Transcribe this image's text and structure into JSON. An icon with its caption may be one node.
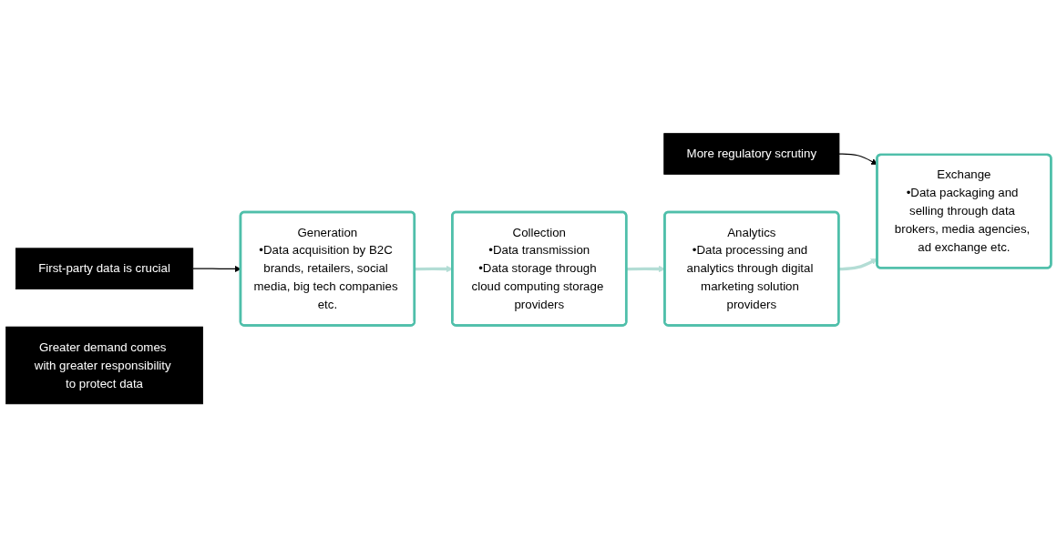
{
  "diagram": {
    "nodes": [
      {
        "text": [
          "First-party data is crucial"
        ]
      },
      {
        "text": [
          "More regulatory scrutiny"
        ]
      },
      {
        "text": [
          "Generation",
          "•Data acquisition by B2C brands, retailers, social media, big tech companies etc."
        ]
      },
      {
        "text": [
          "Collection",
          "•Data transmission",
          "•Data storage through cloud computing storage providers"
        ]
      },
      {
        "text": [
          "Analytics",
          "•Data processing and analytics through digital marketing solution providers"
        ]
      },
      {
        "text": [
          "Exchange",
          "•Data packaging and selling through data brokers, media agencies, ad exchange etc."
        ]
      },
      {
        "text": [
          "Greater demand comes with greater responsibility to protect data"
        ]
      }
    ],
    "edges": [
      {
        "from": 0,
        "to": 2,
        "arrow": "to",
        "color": "#000000"
      },
      {
        "from": 1,
        "to": 5,
        "arrow": "to",
        "color": "#000000"
      },
      {
        "from": 2,
        "to": 3,
        "arrow": "to",
        "color": "#b3ddd5"
      },
      {
        "from": 3,
        "to": 4,
        "arrow": "to",
        "color": "#b3ddd5"
      },
      {
        "from": 4,
        "to": 5,
        "arrow": "to",
        "color": "#b3ddd5"
      }
    ]
  }
}
